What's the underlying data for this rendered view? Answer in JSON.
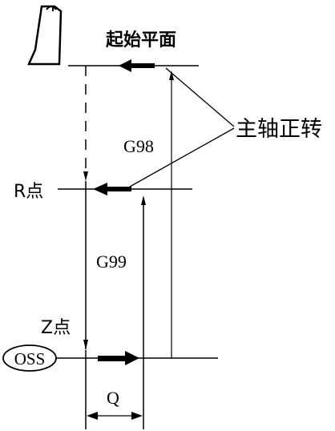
{
  "labels": {
    "start_plane": "起始平面",
    "spindle_cw": "主轴正转",
    "g98": "G98",
    "r_point": "R点",
    "g99": "G99",
    "z_point": "Z点",
    "oss": "OSS",
    "q": "Q"
  },
  "colors": {
    "line": "#000000",
    "background": "#ffffff"
  }
}
